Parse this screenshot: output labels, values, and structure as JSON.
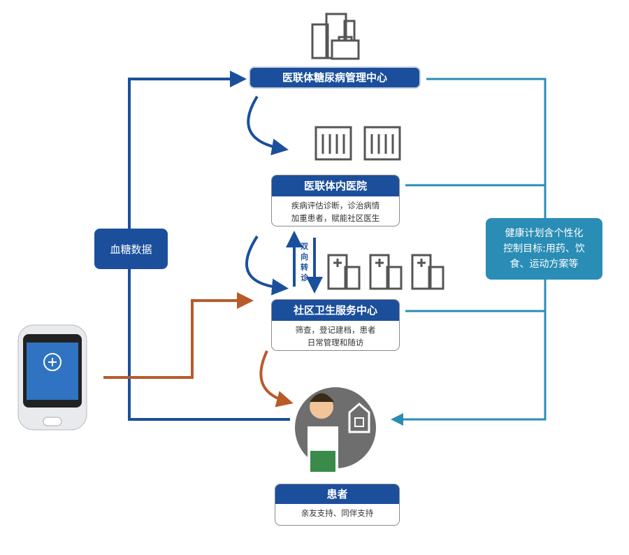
{
  "top_center": {
    "label": "医联体糖尿病管理中心"
  },
  "hospital": {
    "title": "医联体内医院",
    "desc_line1": "疾病评估诊断，诊治病情",
    "desc_line2": "加重患者，赋能社区医生"
  },
  "referral": {
    "label": "双向转诊"
  },
  "community": {
    "title": "社区卫生服务中心",
    "desc_line1": "筛查，登记建档，患者",
    "desc_line2": "日常管理和随访"
  },
  "patient": {
    "title": "患者",
    "desc": "亲友支持、同伴支持"
  },
  "left_box": {
    "label": "血糖数据"
  },
  "right_box": {
    "line1": "健康计划含个性化",
    "line2": "控制目标:用药、饮",
    "line3": "食、运动方案等"
  },
  "colors": {
    "blue": "#1b4f9c",
    "teal": "#2a8db5",
    "orange": "#b85a2a",
    "gray": "#666666"
  }
}
